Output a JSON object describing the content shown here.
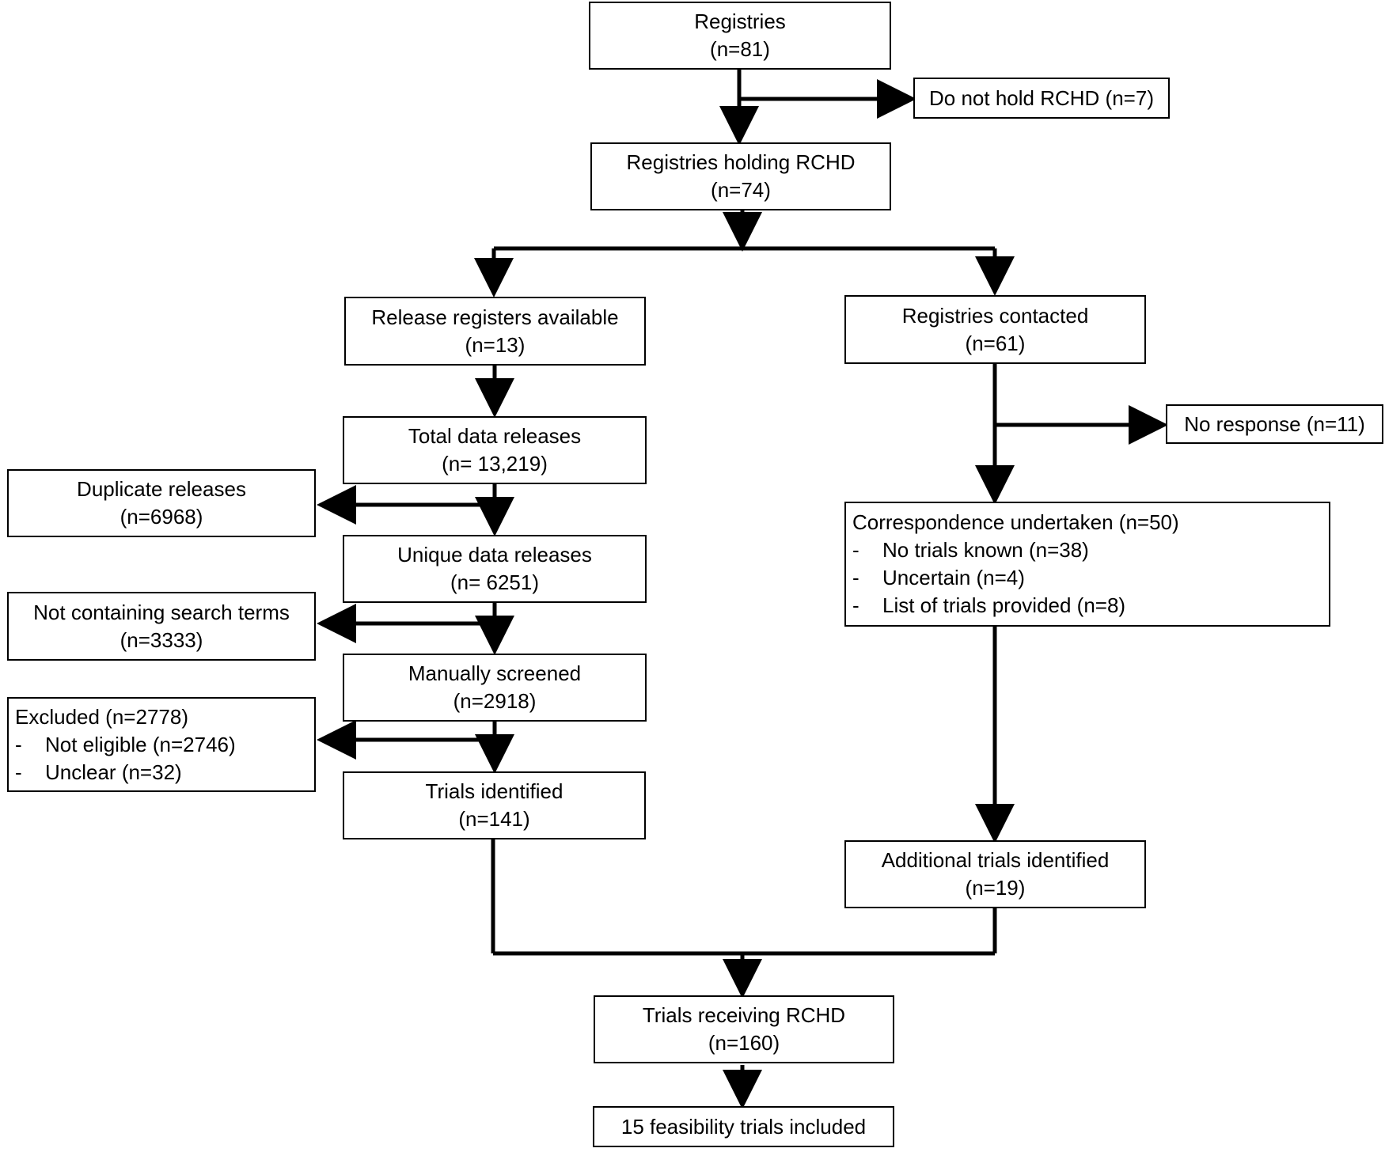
{
  "boxes": {
    "registries": {
      "title": "Registries",
      "count": "(n=81)"
    },
    "no_rchd": {
      "title": "Do not hold RCHD (n=7)"
    },
    "holding_rchd": {
      "title": "Registries  holding RCHD",
      "count": "(n=74)"
    },
    "release_registers": {
      "title": "Release registers available",
      "count": "(n=13)"
    },
    "registries_contacted": {
      "title": "Registries contacted",
      "count": "(n=61)"
    },
    "no_response": {
      "title": "No response (n=11)"
    },
    "total_releases": {
      "title": "Total data releases",
      "count": "(n= 13,219)"
    },
    "duplicate_releases": {
      "title": "Duplicate releases",
      "count": "(n=6968)"
    },
    "unique_releases": {
      "title": "Unique data releases",
      "count": "(n= 6251)"
    },
    "not_search_terms": {
      "title": "Not containing search terms",
      "count": "(n=3333)"
    },
    "manually_screened": {
      "title": "Manually screened",
      "count": "(n=2918)"
    },
    "excluded": {
      "title": "Excluded (n=2778)",
      "items": [
        {
          "dash": "-",
          "text": "Not eligible (n=2746)"
        },
        {
          "dash": "-",
          "text": "Unclear (n=32)"
        }
      ]
    },
    "trials_identified": {
      "title": "Trials identified",
      "count": "(n=141)"
    },
    "correspondence": {
      "title": "Correspondence undertaken (n=50)",
      "items": [
        {
          "dash": "-",
          "text": "No trials known (n=38)"
        },
        {
          "dash": "-",
          "text": "Uncertain (n=4)"
        },
        {
          "dash": "-",
          "text": "List of trials provided (n=8)"
        }
      ]
    },
    "additional_trials": {
      "title": "Additional trials identified",
      "count": "(n=19)"
    },
    "trials_receiving": {
      "title": "Trials receiving RCHD",
      "count": "(n=160)"
    },
    "feasibility_included": {
      "title": "15 feasibility trials included"
    }
  },
  "colors": {
    "line": "#000000",
    "box_border": "#000000",
    "background": "#ffffff"
  }
}
